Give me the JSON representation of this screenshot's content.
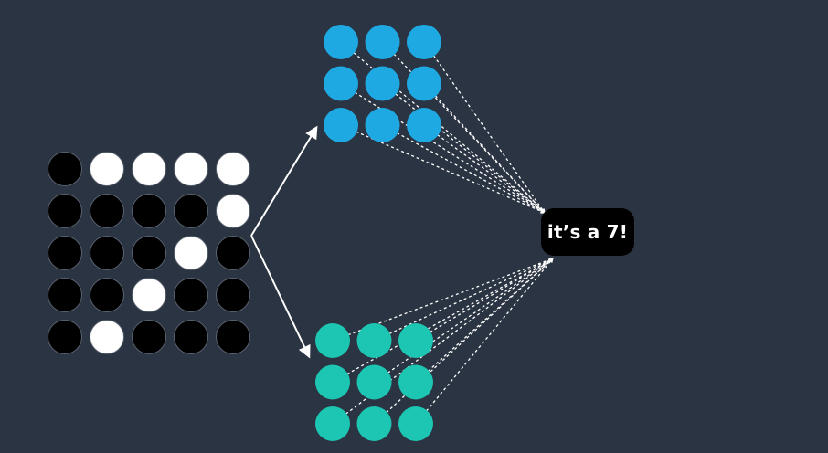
{
  "colors": {
    "background": "#2b3442",
    "pixel_on": "#ffffff",
    "pixel_off": "#000000",
    "pixel_stroke": "#5a6270",
    "group_a": "#1ea9e3",
    "group_b": "#1dc6b2",
    "arrow": "#ffffff",
    "dashed_line": "#ffffff",
    "label_bg": "#000000",
    "label_text": "#ffffff"
  },
  "input_grid": {
    "rows": [
      [
        0,
        1,
        1,
        1,
        1
      ],
      [
        0,
        0,
        0,
        0,
        1
      ],
      [
        0,
        0,
        0,
        1,
        0
      ],
      [
        0,
        0,
        1,
        0,
        0
      ],
      [
        0,
        1,
        0,
        0,
        0
      ]
    ]
  },
  "node_groups": [
    {
      "name": "group-a",
      "color": "#1ea9e3",
      "rows": 3,
      "cols": 3
    },
    {
      "name": "group-b",
      "color": "#1dc6b2",
      "rows": 3,
      "cols": 3
    }
  ],
  "result": {
    "label": "it’s a 7!"
  }
}
